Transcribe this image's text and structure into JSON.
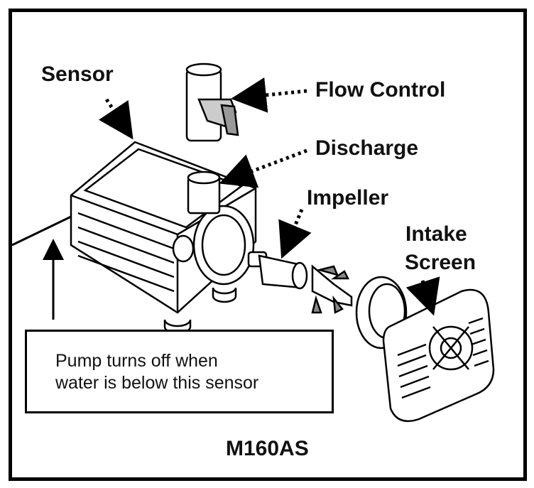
{
  "labels": {
    "sensor": "Sensor",
    "flow_control": "Flow Control",
    "discharge": "Discharge",
    "impeller": "Impeller",
    "intake_line1": "Intake",
    "intake_line2": "Screen"
  },
  "note": {
    "line1": "Pump turns off when",
    "line2": "water is below this sensor"
  },
  "model": "M160AS"
}
